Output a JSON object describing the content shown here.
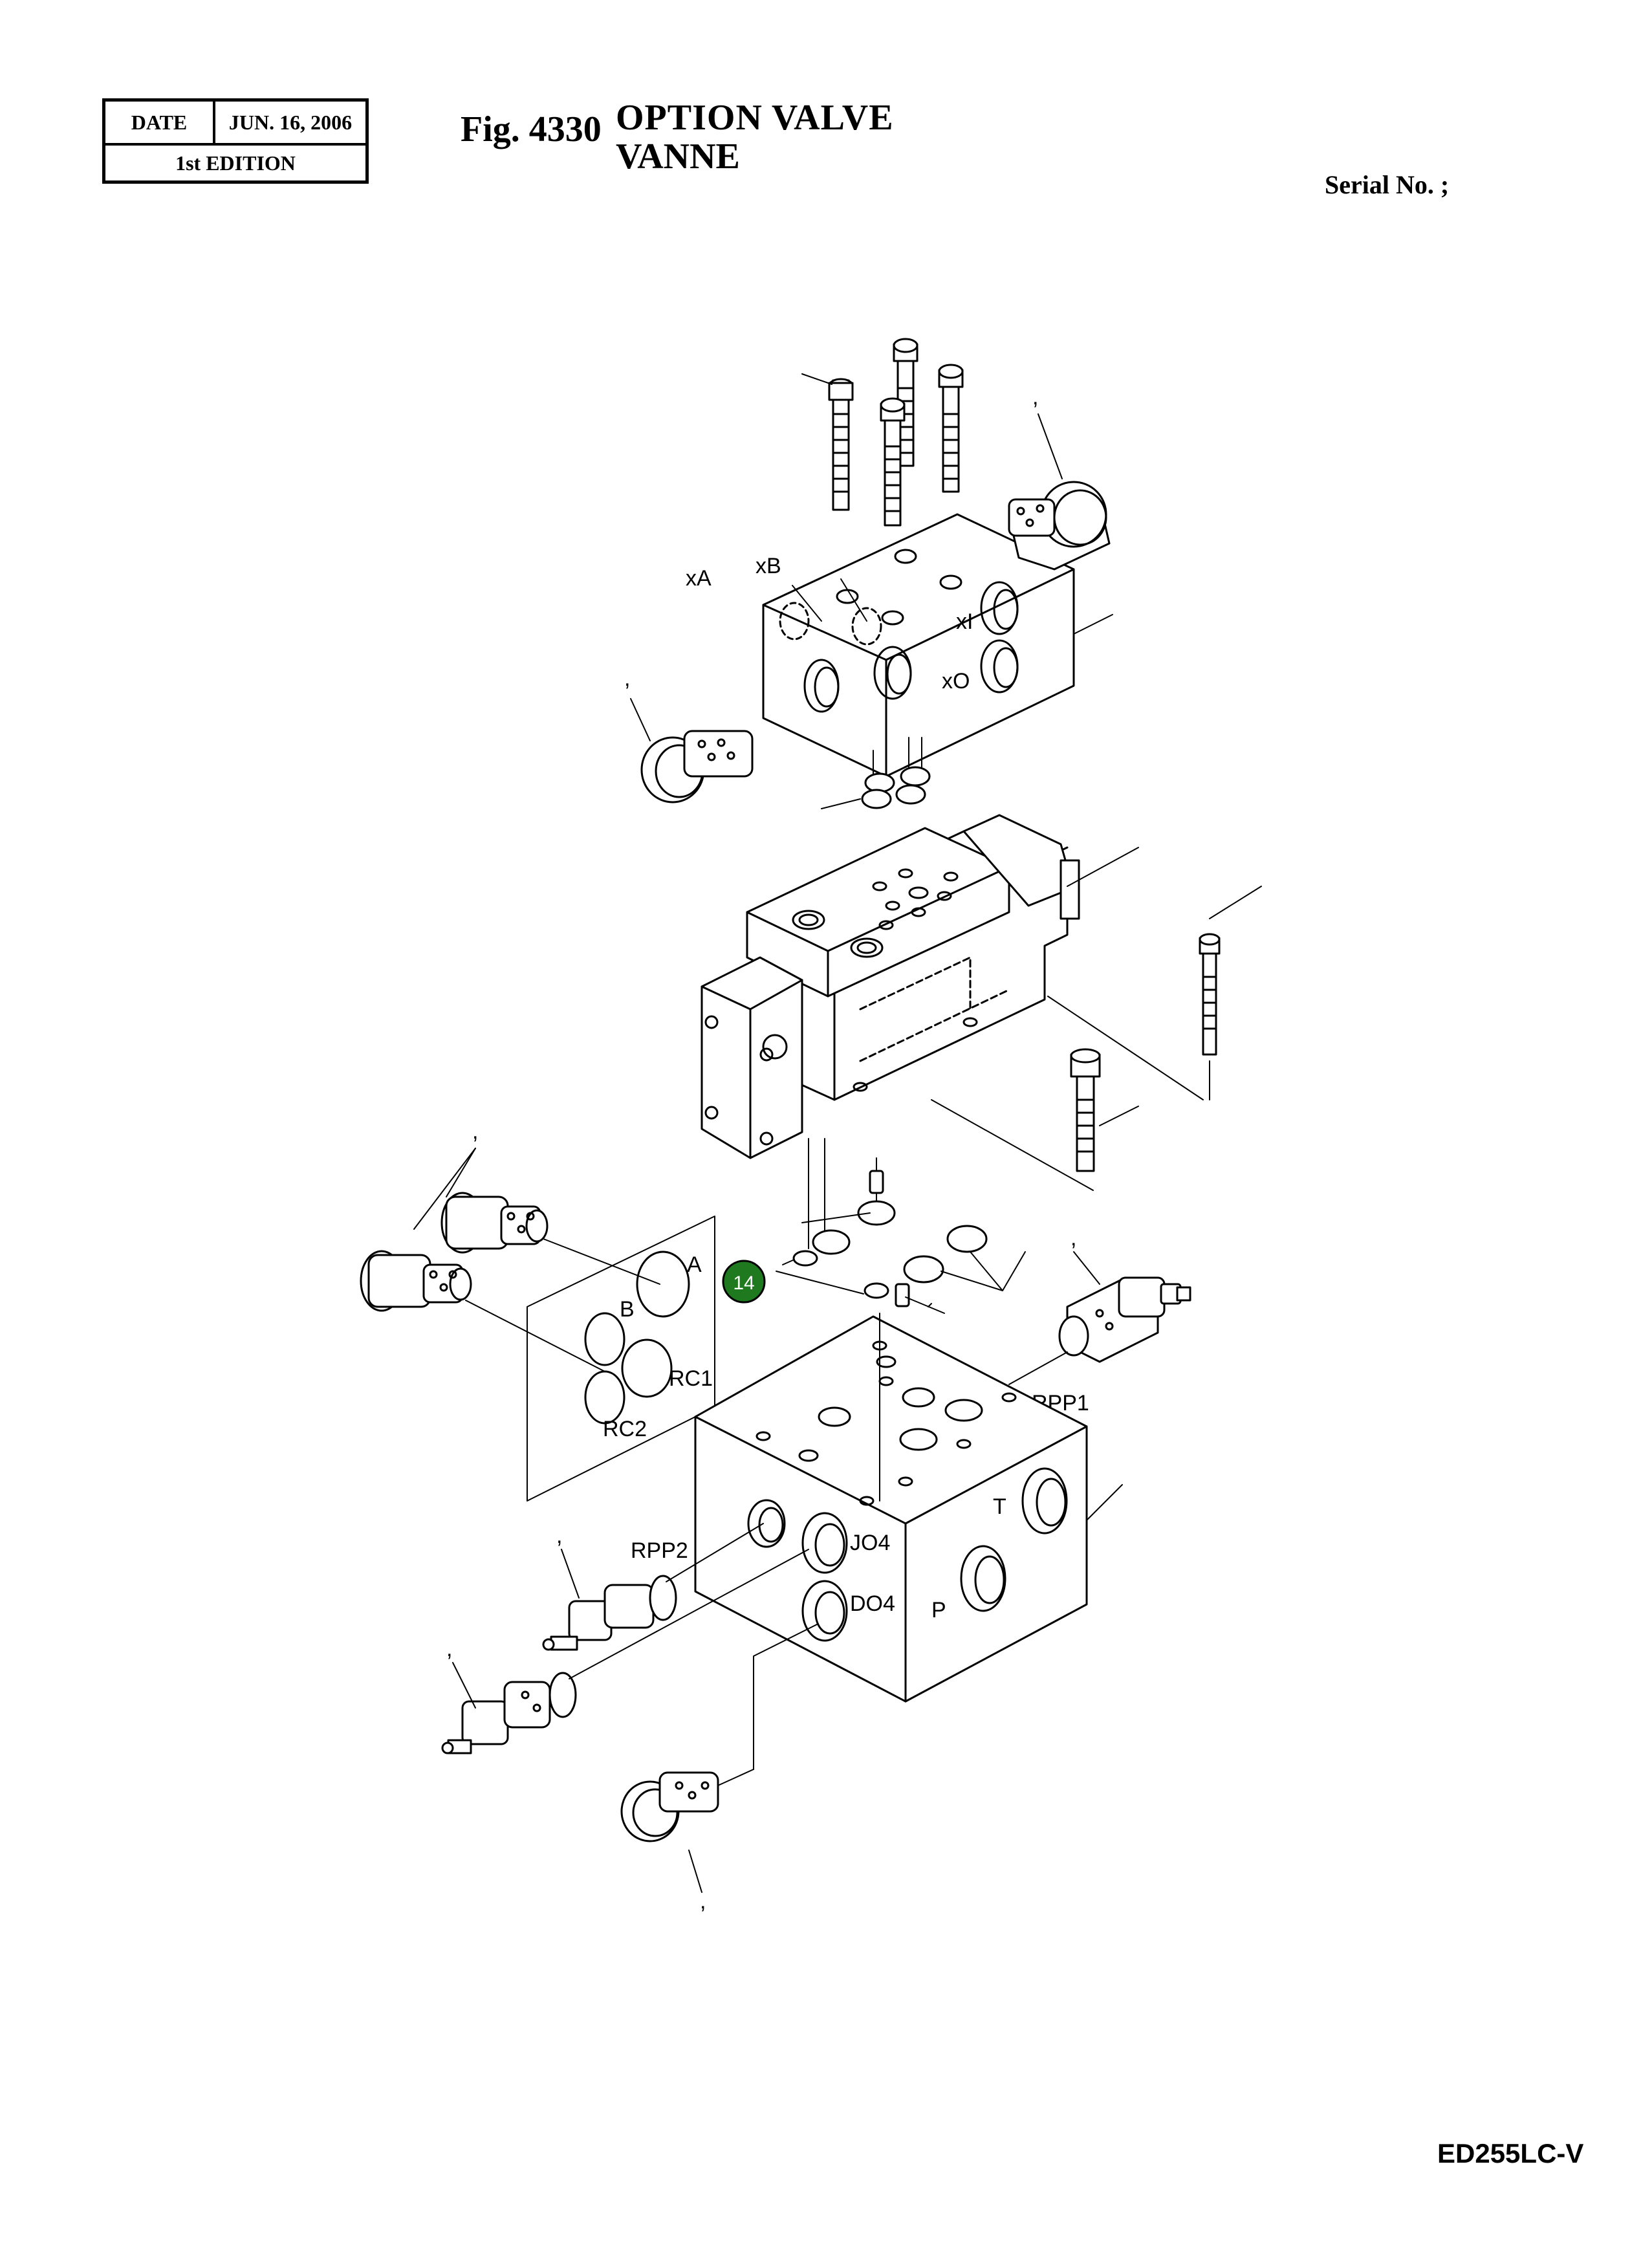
{
  "header": {
    "date_label": "DATE",
    "date_value": "JUN. 16, 2006",
    "edition": "1st EDITION"
  },
  "figure": {
    "number": "Fig. 4330",
    "title_line1": "OPTION  VALVE",
    "title_line2": "VANNE"
  },
  "serial_label": "Serial No. ;",
  "model_code": "ED255LC-V",
  "callout": {
    "number": "14",
    "color": "#1f7a1f"
  },
  "port_labels": {
    "xA": "xA",
    "xB": "xB",
    "xI": "xI",
    "xO": "xO",
    "A": "A",
    "B": "B",
    "RC1": "RC1",
    "RC2": "RC2",
    "RPP1": "RPP1",
    "RPP2": "RPP2",
    "JO4": "JO4",
    "DO4": "DO4",
    "T": "T",
    "P": "P"
  },
  "tick_mark": ","
}
